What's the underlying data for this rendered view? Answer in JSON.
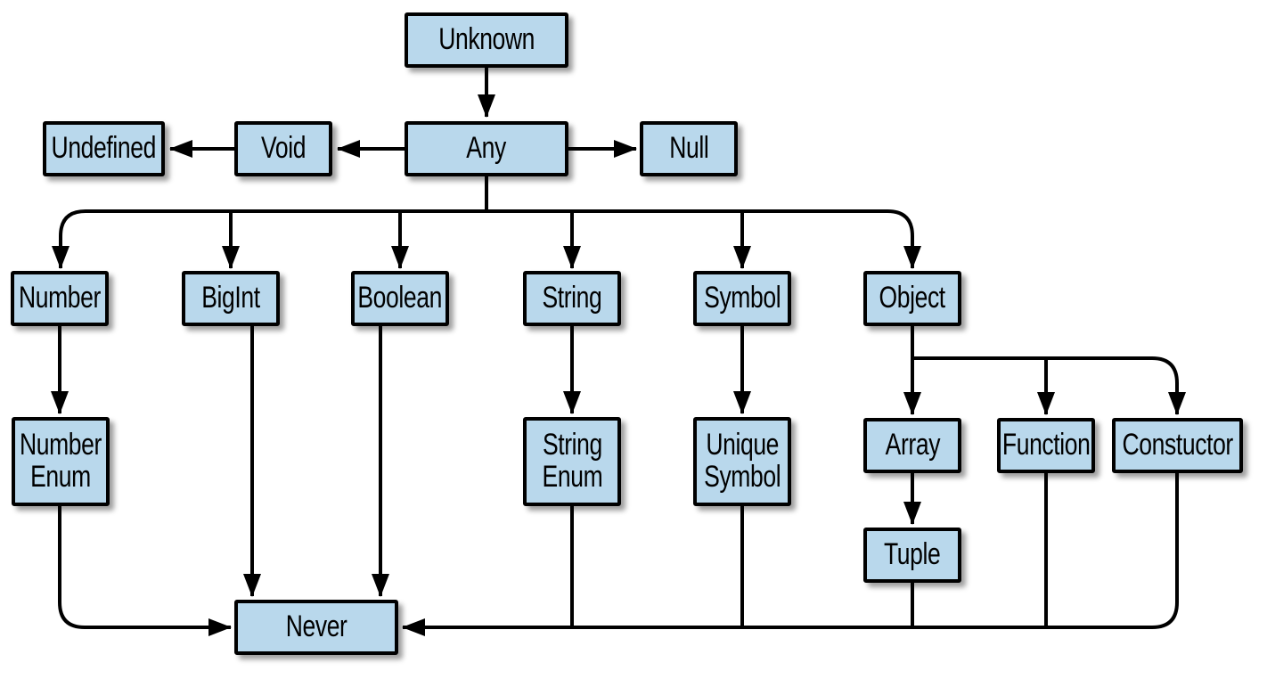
{
  "diagram": {
    "colors": {
      "background": "#ffffff",
      "node_fill": "#b9d8ec",
      "node_border": "#000000",
      "connector": "#000000"
    },
    "nodes": {
      "unknown": {
        "label": "Unknown"
      },
      "undefined": {
        "label": "Undefined"
      },
      "void": {
        "label": "Void"
      },
      "any": {
        "label": "Any"
      },
      "null": {
        "label": "Null"
      },
      "number": {
        "label": "Number"
      },
      "bigint": {
        "label": "BigInt"
      },
      "boolean": {
        "label": "Boolean"
      },
      "string": {
        "label": "String"
      },
      "symbol": {
        "label": "Symbol"
      },
      "object": {
        "label": "Object"
      },
      "number_enum": {
        "label": "Number\nEnum"
      },
      "string_enum": {
        "label": "String\nEnum"
      },
      "unique_symbol": {
        "label": "Unique\nSymbol"
      },
      "array": {
        "label": "Array"
      },
      "function": {
        "label": "Function"
      },
      "constructor": {
        "label": "Constuctor"
      },
      "tuple": {
        "label": "Tuple"
      },
      "never": {
        "label": "Never"
      }
    },
    "edges": [
      {
        "from": "Unknown",
        "to": "Any"
      },
      {
        "from": "Any",
        "to": "Void"
      },
      {
        "from": "Void",
        "to": "Undefined"
      },
      {
        "from": "Any",
        "to": "Null"
      },
      {
        "from": "Any",
        "to": "Number"
      },
      {
        "from": "Any",
        "to": "BigInt"
      },
      {
        "from": "Any",
        "to": "Boolean"
      },
      {
        "from": "Any",
        "to": "String"
      },
      {
        "from": "Any",
        "to": "Symbol"
      },
      {
        "from": "Any",
        "to": "Object"
      },
      {
        "from": "Number",
        "to": "Number Enum"
      },
      {
        "from": "String",
        "to": "String Enum"
      },
      {
        "from": "Symbol",
        "to": "Unique Symbol"
      },
      {
        "from": "Object",
        "to": "Array"
      },
      {
        "from": "Object",
        "to": "Function"
      },
      {
        "from": "Object",
        "to": "Constuctor"
      },
      {
        "from": "Array",
        "to": "Tuple"
      },
      {
        "from": "Number Enum",
        "to": "Never"
      },
      {
        "from": "BigInt",
        "to": "Never"
      },
      {
        "from": "Boolean",
        "to": "Never"
      },
      {
        "from": "String Enum",
        "to": "Never"
      },
      {
        "from": "Unique Symbol",
        "to": "Never"
      },
      {
        "from": "Tuple",
        "to": "Never"
      },
      {
        "from": "Function",
        "to": "Never"
      },
      {
        "from": "Constuctor",
        "to": "Never"
      }
    ]
  }
}
